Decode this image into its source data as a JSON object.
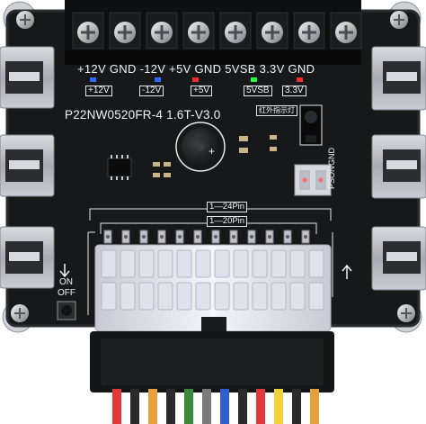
{
  "board": {
    "terminal_labels": [
      "+12V",
      "GND",
      "-12V",
      "+5V",
      "GND",
      "5VSB",
      "3.3V",
      "GND"
    ],
    "indicator_labels": [
      "+12V",
      "-12V",
      "+5V",
      "5VSB",
      "3.3V"
    ],
    "model": "P22NW0520FR-4 1.6T-V3.0",
    "ir_label": "红外指示灯",
    "pson_label": "PSON",
    "gnd_label": "GND",
    "pin24_label": "1—24Pin",
    "pin20_label": "1—20Pin",
    "on_label": "ON",
    "off_label": "OFF",
    "colors": {
      "pcb": "#17181a",
      "silkscreen": "#f2f2f2",
      "led_blue": "#2f6bff",
      "led_red": "#ff2a2a",
      "led_green": "#28ff4a",
      "connector": "#e9eaf2"
    }
  }
}
